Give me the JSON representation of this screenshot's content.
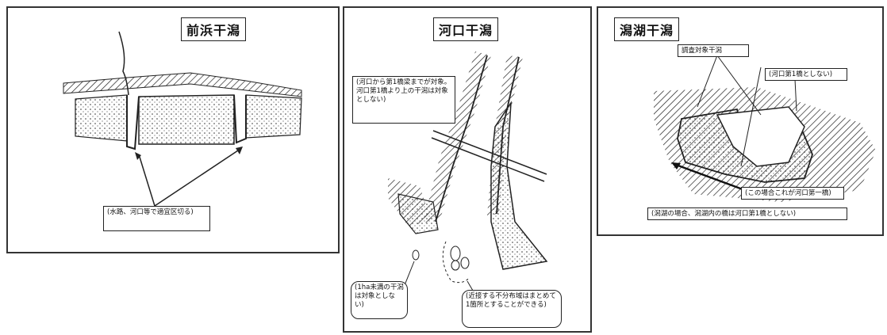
{
  "panels": [
    {
      "title": "前浜干潟",
      "title_suffix": "",
      "notes": [
        "(水路、河口等で適宜区切る)"
      ]
    },
    {
      "title": "河口干潟",
      "notes": [
        "(河口から第1橋梁までが対象。河口第1橋より上の干潟は対象としない)",
        "(1ha未満の干潟は対象としない)",
        "(近接する不分布域はまとめて1箇所とすることができる)"
      ]
    },
    {
      "title": "潟湖干潟",
      "notes": [
        "調査対象干潟",
        "(河口第1橋としない)",
        "(この場合これが河口第一橋)",
        "(潟湖の場合、潟湖内の橋は河口第1橋としない)"
      ]
    }
  ]
}
